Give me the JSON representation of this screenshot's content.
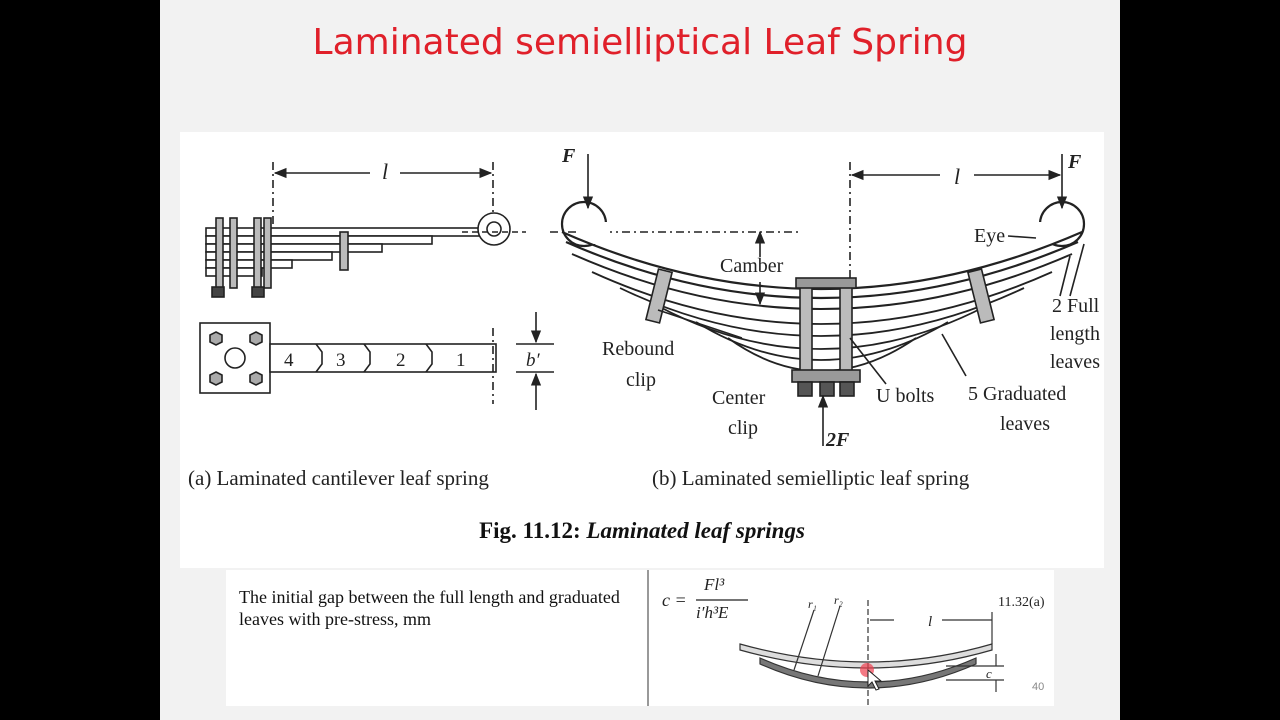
{
  "slide": {
    "title": "Laminated semielliptical Leaf Spring",
    "page_number": "40"
  },
  "figure": {
    "cantilever": {
      "caption": "(a) Laminated cantilever leaf spring",
      "length_label": "l",
      "width_label": "b′",
      "leaf_numbers": [
        "4",
        "3",
        "2",
        "1"
      ]
    },
    "semielliptic": {
      "caption": "(b) Laminated semielliptic leaf spring",
      "force_label": "F",
      "length_label": "l",
      "center_force_label": "2F",
      "labels": {
        "camber": "Camber",
        "eye": "Eye",
        "rebound_clip": [
          "Rebound",
          "clip"
        ],
        "center_clip": [
          "Center",
          "clip"
        ],
        "u_bolts": "U bolts",
        "graduated_leaves": [
          "5 Graduated",
          "leaves"
        ],
        "full_length_leaves": [
          "2 Full",
          "length",
          "leaves"
        ]
      }
    },
    "title_bold": "Fig. 11.12: ",
    "title_italic": "Laminated leaf springs"
  },
  "lower": {
    "gap_text": "The initial gap between the full length and graduated leaves with pre-stress, mm",
    "equation": {
      "lhs": "c =",
      "numerator": "Fl³",
      "denominator": "i′h³E",
      "ref": "11.32(a)"
    },
    "diagram_labels": {
      "r1": "r₁",
      "r2": "r₂",
      "length": "l",
      "gap": "c"
    }
  }
}
